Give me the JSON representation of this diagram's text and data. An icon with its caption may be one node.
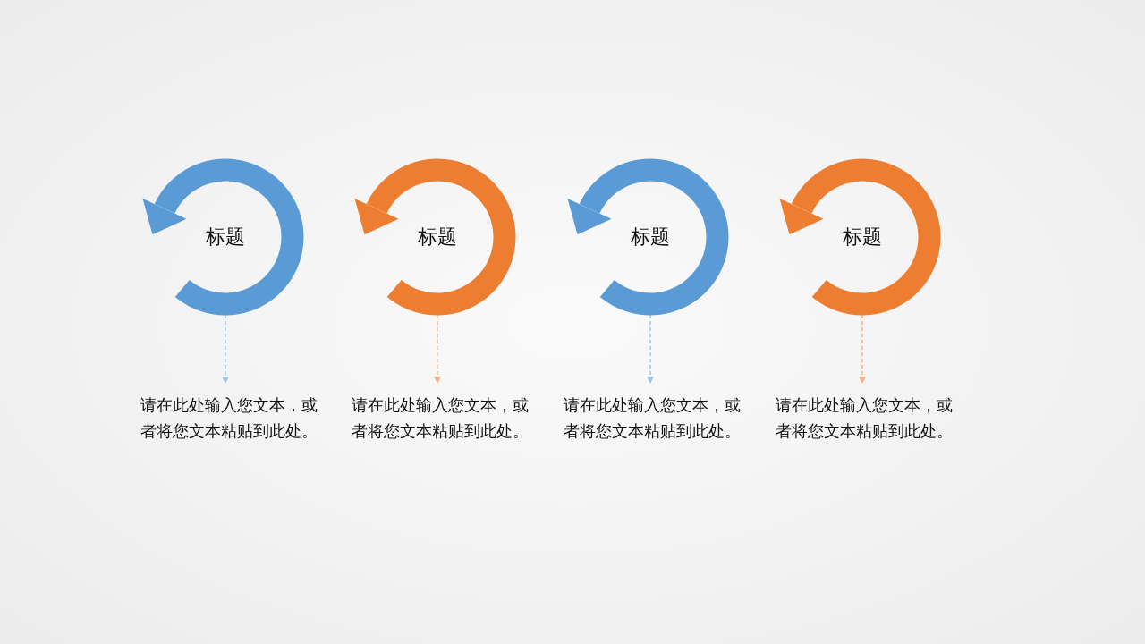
{
  "diagram": {
    "nodes": [
      {
        "text": [
          "标题"
        ]
      },
      {
        "text": [
          "标题"
        ]
      },
      {
        "text": [
          "标题"
        ]
      },
      {
        "text": [
          "标题"
        ]
      },
      {
        "text": [
          "请在此处输入您文本，或者将您文本粘贴到此处。"
        ]
      },
      {
        "text": [
          "请在此处输入您文本，或者将您文本粘贴到此处。"
        ]
      },
      {
        "text": [
          "请在此处输入您文本，或者将您文本粘贴到此处。"
        ]
      },
      {
        "text": [
          "请在此处输入您文本，或者将您文本粘贴到此处。"
        ]
      }
    ],
    "edges": [
      {
        "from": 0,
        "to": 4,
        "arrow": "to",
        "style": "dashed",
        "color": "#9dc3e6"
      },
      {
        "from": 1,
        "to": 5,
        "arrow": "to",
        "style": "dashed",
        "color": "#f4b183"
      },
      {
        "from": 2,
        "to": 6,
        "arrow": "to",
        "style": "dashed",
        "color": "#9dc3e6"
      },
      {
        "from": 3,
        "to": 7,
        "arrow": "to",
        "style": "dashed",
        "color": "#f4b183"
      }
    ]
  }
}
